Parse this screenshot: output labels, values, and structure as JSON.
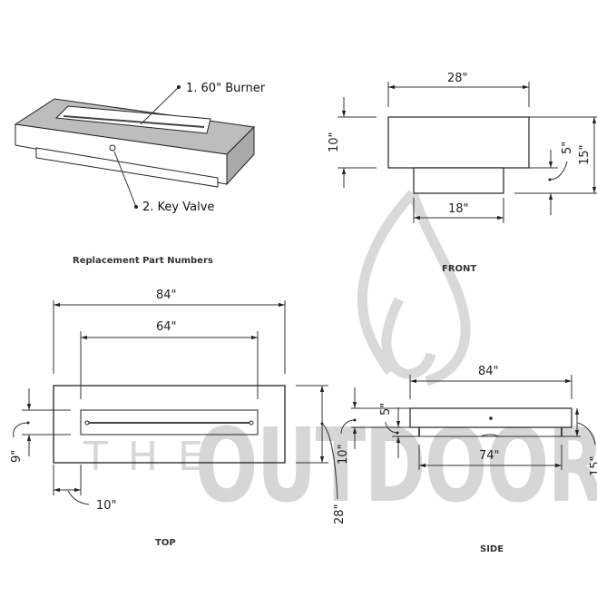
{
  "watermark": {
    "prefix": "THE",
    "word": "OUTDOOR",
    "color": "#d6d6d6",
    "icon": "flame-icon"
  },
  "perspective": {
    "callouts": [
      {
        "label": "1. 60\" Burner"
      },
      {
        "label": "2. Key Valve"
      }
    ],
    "caption": "Replacement Part Numbers"
  },
  "front": {
    "caption": "FRONT",
    "dims": {
      "width_top": "28\"",
      "height_top": "10\"",
      "base_height": "5\"",
      "total_height": "15\"",
      "base_width": "18\""
    }
  },
  "top": {
    "caption": "TOP",
    "dims": {
      "length": "84\"",
      "burner_length": "64\"",
      "burner_width": "9\"",
      "inset": "10\"",
      "width": "28\"",
      "depth_offset": "10\""
    }
  },
  "side": {
    "caption": "SIDE",
    "dims": {
      "length": "84\"",
      "base_length": "74\"",
      "base_height": "5\"",
      "top_height": "10\"",
      "total_height": "15\""
    }
  }
}
